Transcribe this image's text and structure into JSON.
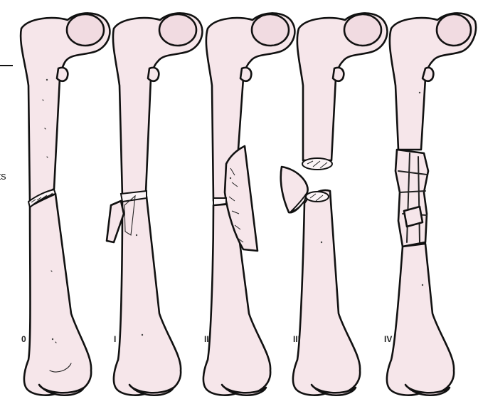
{
  "figure": {
    "panels": [
      {
        "id": "grade-0",
        "label": "0"
      },
      {
        "id": "grade-I",
        "label": "I"
      },
      {
        "id": "grade-II",
        "label": "II"
      },
      {
        "id": "grade-III",
        "label": "III"
      },
      {
        "id": "grade-IV",
        "label": "IV"
      }
    ],
    "cropped_edge_text": "ts"
  },
  "colors": {
    "bone_fill": "#f6e6ea",
    "outline": "#111111"
  }
}
